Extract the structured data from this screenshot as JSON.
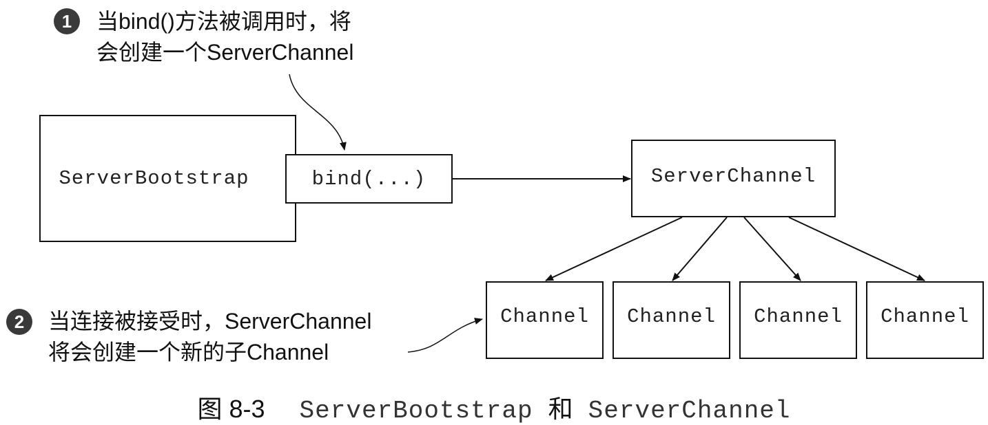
{
  "callouts": [
    {
      "number": "1",
      "lines": [
        "当bind()方法被调用时，将",
        "会创建一个ServerChannel"
      ]
    },
    {
      "number": "2",
      "lines": [
        "当连接被接受时，ServerChannel",
        "将会创建一个新的子Channel"
      ]
    }
  ],
  "boxes": {
    "server_bootstrap": "ServerBootstrap",
    "bind": "bind(...)",
    "server_channel": "ServerChannel",
    "channels": [
      "Channel",
      "Channel",
      "Channel",
      "Channel"
    ]
  },
  "caption": {
    "figure": "图 8-3",
    "term1": "ServerBootstrap",
    "conjunction": "和",
    "term2": "ServerChannel"
  }
}
